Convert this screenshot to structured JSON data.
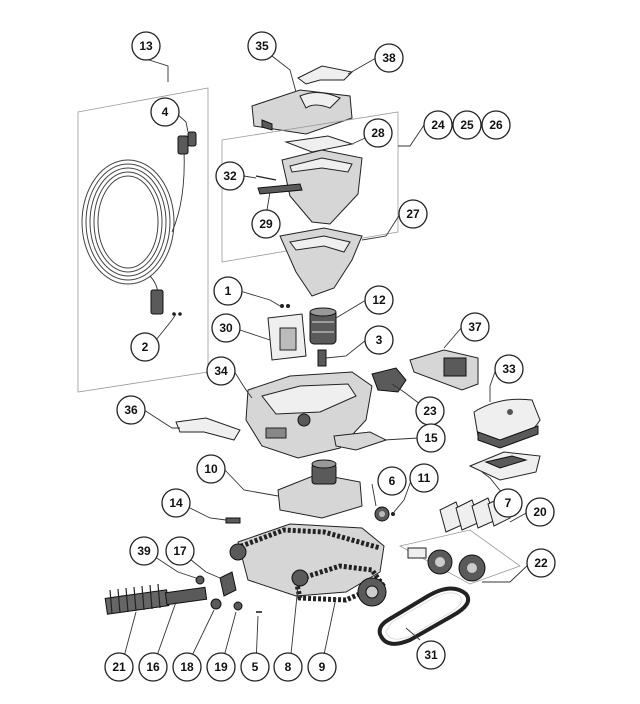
{
  "diagram": {
    "callouts": [
      {
        "id": "c13",
        "label": "13"
      },
      {
        "id": "c35",
        "label": "35"
      },
      {
        "id": "c38",
        "label": "38"
      },
      {
        "id": "c4",
        "label": "4"
      },
      {
        "id": "c24",
        "label": "24"
      },
      {
        "id": "c25",
        "label": "25"
      },
      {
        "id": "c26",
        "label": "26"
      },
      {
        "id": "c28",
        "label": "28"
      },
      {
        "id": "c32",
        "label": "32"
      },
      {
        "id": "c29",
        "label": "29"
      },
      {
        "id": "c27",
        "label": "27"
      },
      {
        "id": "c1",
        "label": "1"
      },
      {
        "id": "c12",
        "label": "12"
      },
      {
        "id": "c2",
        "label": "2"
      },
      {
        "id": "c30",
        "label": "30"
      },
      {
        "id": "c3",
        "label": "3"
      },
      {
        "id": "c37",
        "label": "37"
      },
      {
        "id": "c34",
        "label": "34"
      },
      {
        "id": "c33",
        "label": "33"
      },
      {
        "id": "c36",
        "label": "36"
      },
      {
        "id": "c23",
        "label": "23"
      },
      {
        "id": "c15",
        "label": "15"
      },
      {
        "id": "c10",
        "label": "10"
      },
      {
        "id": "c6",
        "label": "6"
      },
      {
        "id": "c11",
        "label": "11"
      },
      {
        "id": "c7",
        "label": "7"
      },
      {
        "id": "c14",
        "label": "14"
      },
      {
        "id": "c20",
        "label": "20"
      },
      {
        "id": "c39",
        "label": "39"
      },
      {
        "id": "c17",
        "label": "17"
      },
      {
        "id": "c22",
        "label": "22"
      },
      {
        "id": "c21",
        "label": "21"
      },
      {
        "id": "c16",
        "label": "16"
      },
      {
        "id": "c18",
        "label": "18"
      },
      {
        "id": "c19",
        "label": "19"
      },
      {
        "id": "c5",
        "label": "5"
      },
      {
        "id": "c8",
        "label": "8"
      },
      {
        "id": "c9",
        "label": "9"
      },
      {
        "id": "c31",
        "label": "31"
      }
    ]
  }
}
